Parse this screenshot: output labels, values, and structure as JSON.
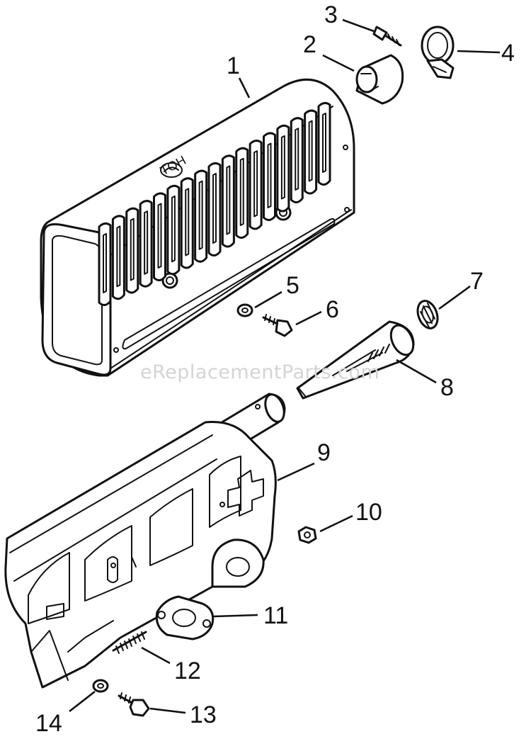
{
  "watermark": "eReplacementParts.com",
  "label_on_part": "HOT",
  "callouts": [
    "1",
    "2",
    "3",
    "4",
    "5",
    "6",
    "7",
    "8",
    "9",
    "10",
    "11",
    "12",
    "13",
    "14"
  ]
}
